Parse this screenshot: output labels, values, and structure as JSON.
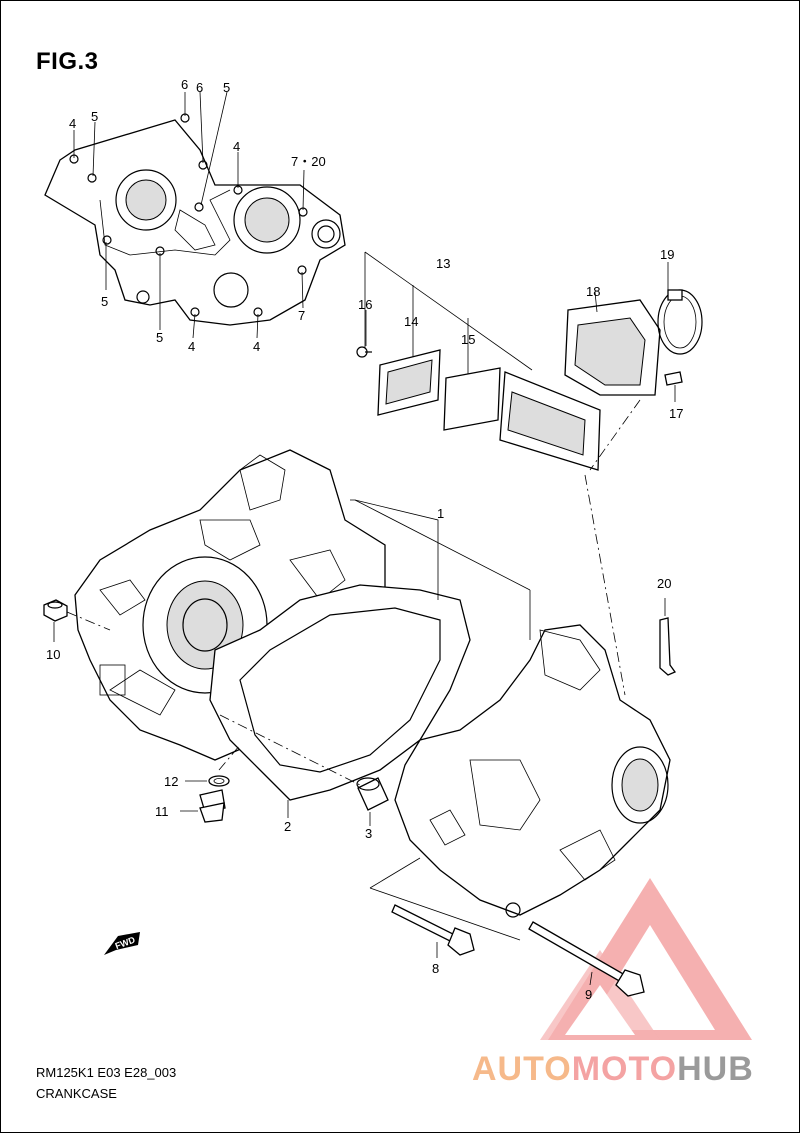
{
  "figure": {
    "title": "FIG.3"
  },
  "footer": {
    "model_code": "RM125K1 E03 E28_003",
    "section": "CRANKCASE"
  },
  "fwd_badge": "FWD",
  "callouts": [
    {
      "id": "c4a",
      "text": "4"
    },
    {
      "id": "c5a",
      "text": "5"
    },
    {
      "id": "c6a",
      "text": "6"
    },
    {
      "id": "c6b",
      "text": "6"
    },
    {
      "id": "c5b",
      "text": "5"
    },
    {
      "id": "c4b",
      "text": "4"
    },
    {
      "id": "c720",
      "text": "7・20"
    },
    {
      "id": "c5c",
      "text": "5"
    },
    {
      "id": "c5d",
      "text": "5"
    },
    {
      "id": "c4c",
      "text": "4"
    },
    {
      "id": "c4d",
      "text": "4"
    },
    {
      "id": "c7",
      "text": "7"
    },
    {
      "id": "c13",
      "text": "13"
    },
    {
      "id": "c16",
      "text": "16"
    },
    {
      "id": "c14",
      "text": "14"
    },
    {
      "id": "c15",
      "text": "15"
    },
    {
      "id": "c18",
      "text": "18"
    },
    {
      "id": "c19",
      "text": "19"
    },
    {
      "id": "c17",
      "text": "17"
    },
    {
      "id": "c1",
      "text": "1"
    },
    {
      "id": "c20",
      "text": "20"
    },
    {
      "id": "c10",
      "text": "10"
    },
    {
      "id": "c12",
      "text": "12"
    },
    {
      "id": "c11",
      "text": "11"
    },
    {
      "id": "c2",
      "text": "2"
    },
    {
      "id": "c3",
      "text": "3"
    },
    {
      "id": "c8",
      "text": "8"
    },
    {
      "id": "c9",
      "text": "9"
    }
  ],
  "watermark": {
    "part_a": "AUTO",
    "part_b": "MOTO",
    "part_c": "HUB",
    "colors": {
      "orange": "#f6b98a",
      "red": "#f4a3a3",
      "gray": "#9a9a9a"
    }
  }
}
